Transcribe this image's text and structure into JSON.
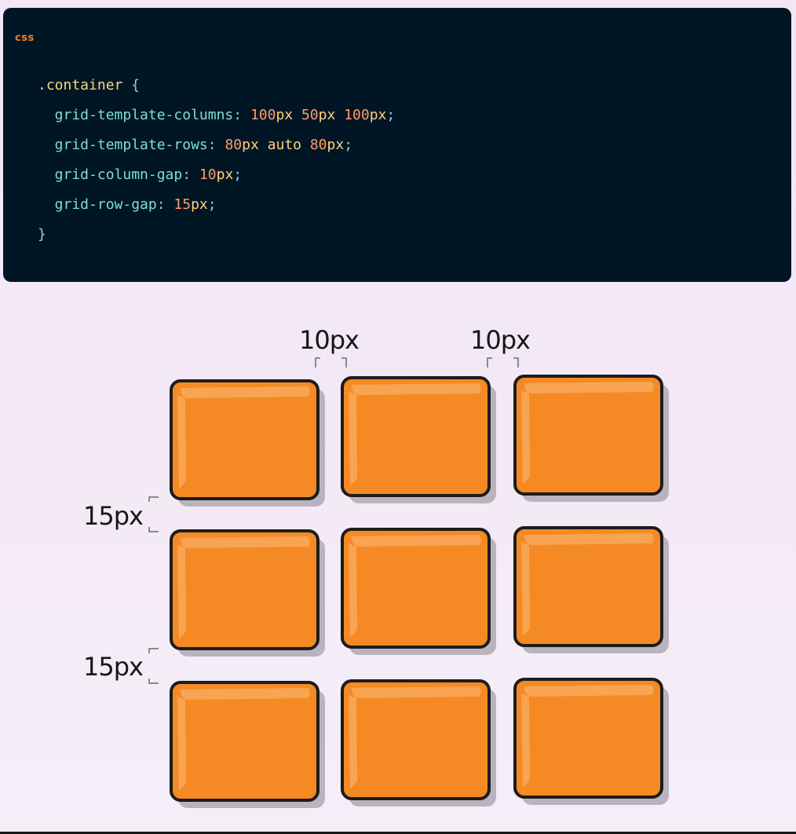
{
  "code": {
    "language": "css",
    "lines": [
      [
        {
          "t": ".container",
          "c": "sel"
        },
        {
          "t": " {",
          "c": "punc"
        }
      ],
      [
        {
          "t": "  grid-template-columns",
          "c": "prop"
        },
        {
          "t": ": ",
          "c": "punc"
        },
        {
          "t": "100",
          "c": "num"
        },
        {
          "t": "px ",
          "c": "unit"
        },
        {
          "t": "50",
          "c": "num"
        },
        {
          "t": "px ",
          "c": "unit"
        },
        {
          "t": "100",
          "c": "num"
        },
        {
          "t": "px",
          "c": "unit"
        },
        {
          "t": ";",
          "c": "punc"
        }
      ],
      [
        {
          "t": "  grid-template-rows",
          "c": "prop"
        },
        {
          "t": ": ",
          "c": "punc"
        },
        {
          "t": "80",
          "c": "num"
        },
        {
          "t": "px ",
          "c": "unit"
        },
        {
          "t": "auto ",
          "c": "kw"
        },
        {
          "t": "80",
          "c": "num"
        },
        {
          "t": "px",
          "c": "unit"
        },
        {
          "t": ";",
          "c": "punc"
        }
      ],
      [
        {
          "t": "  grid-column-gap",
          "c": "prop"
        },
        {
          "t": ": ",
          "c": "punc"
        },
        {
          "t": "10",
          "c": "num"
        },
        {
          "t": "px",
          "c": "unit"
        },
        {
          "t": ";",
          "c": "punc"
        }
      ],
      [
        {
          "t": "  grid-row-gap",
          "c": "prop"
        },
        {
          "t": ": ",
          "c": "punc"
        },
        {
          "t": "15",
          "c": "num"
        },
        {
          "t": "px",
          "c": "unit"
        },
        {
          "t": ";",
          "c": "punc"
        }
      ],
      [
        {
          "t": "}",
          "c": "punc"
        }
      ]
    ]
  },
  "diagram": {
    "column_gap_labels": [
      "10px",
      "10px"
    ],
    "row_gap_labels": [
      "15px",
      "15px"
    ],
    "grid": {
      "rows": 3,
      "columns": 3
    },
    "colors": {
      "cell_fill": "#f58a24",
      "cell_highlight": "#f8a452",
      "cell_outline": "#1c1c1c",
      "cell_shadow": "#b9b3bd"
    }
  }
}
